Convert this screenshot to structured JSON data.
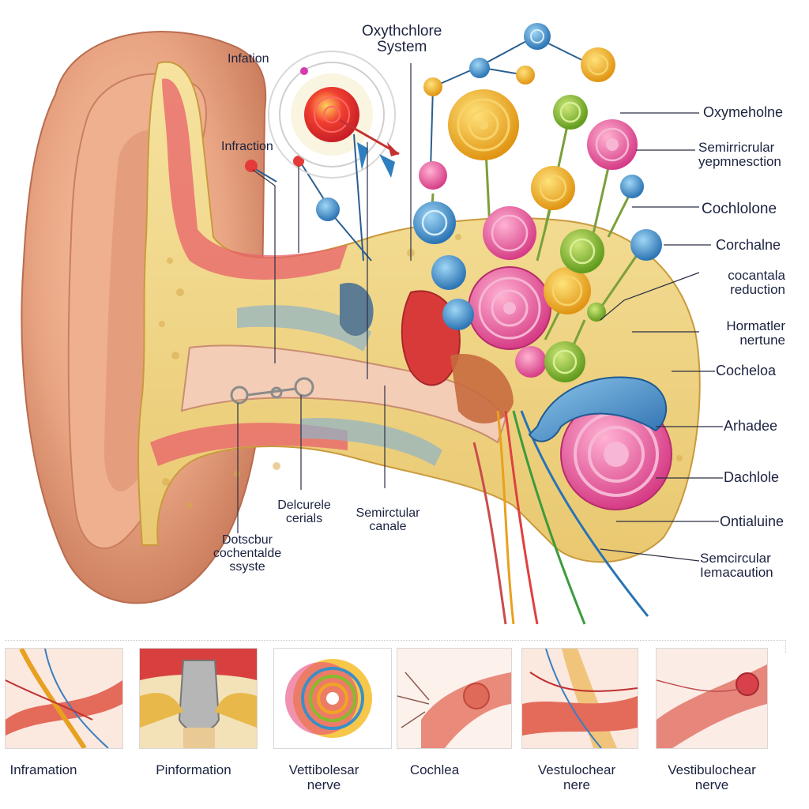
{
  "labels": {
    "top_center_1": "Oxythchlore",
    "top_center_2": "System",
    "infation": "Infation",
    "infraction": "Infraction",
    "oxymeholne": "Oxymeholne",
    "semicircular_1": "Semirricrular",
    "semicircular_2": "yepmnesction",
    "cochlolone": "Cochlolone",
    "corchalne": "Corchalne",
    "cocantala_1": "cocantala",
    "cocantala_2": "reduction",
    "hormatler_1": "Hormatler",
    "hormatler_2": "nertune",
    "cocheloa": "Cocheloa",
    "arhadee": "Arhadee",
    "dachlole": "Dachlole",
    "ontialuine": "Ontialuine",
    "semicircular_lower_1": "Semcircular",
    "semicircular_lower_2": "Iemacaution",
    "dotscbur_1": "Dotscbur",
    "dotscbur_2": "cochentalde",
    "dotscbur_3": "ssyste",
    "delcurele_1": "Delcurele",
    "delcurele_2": "cerials",
    "semicircular_canals_1": "Semirctular",
    "semicircular_canals_2": "canale"
  },
  "panels": [
    {
      "label_1": "Inframation",
      "label_2": ""
    },
    {
      "label_1": "Pinformation",
      "label_2": ""
    },
    {
      "label_1": "Vettibolesar",
      "label_2": "nerve"
    },
    {
      "label_1": "Cochlea",
      "label_2": ""
    },
    {
      "label_1": "Vestulochear",
      "label_2": "nere"
    },
    {
      "label_1": "Vestibulochear",
      "label_2": "nerve"
    }
  ],
  "colors": {
    "skin": "#e9a583",
    "bone": "#f3d98a",
    "tissue_red": "#e0505a",
    "pink_coil": "#e8569a",
    "blue_canal": "#3a8fc7",
    "green_node": "#86bb2c",
    "orange_node": "#efa722"
  }
}
